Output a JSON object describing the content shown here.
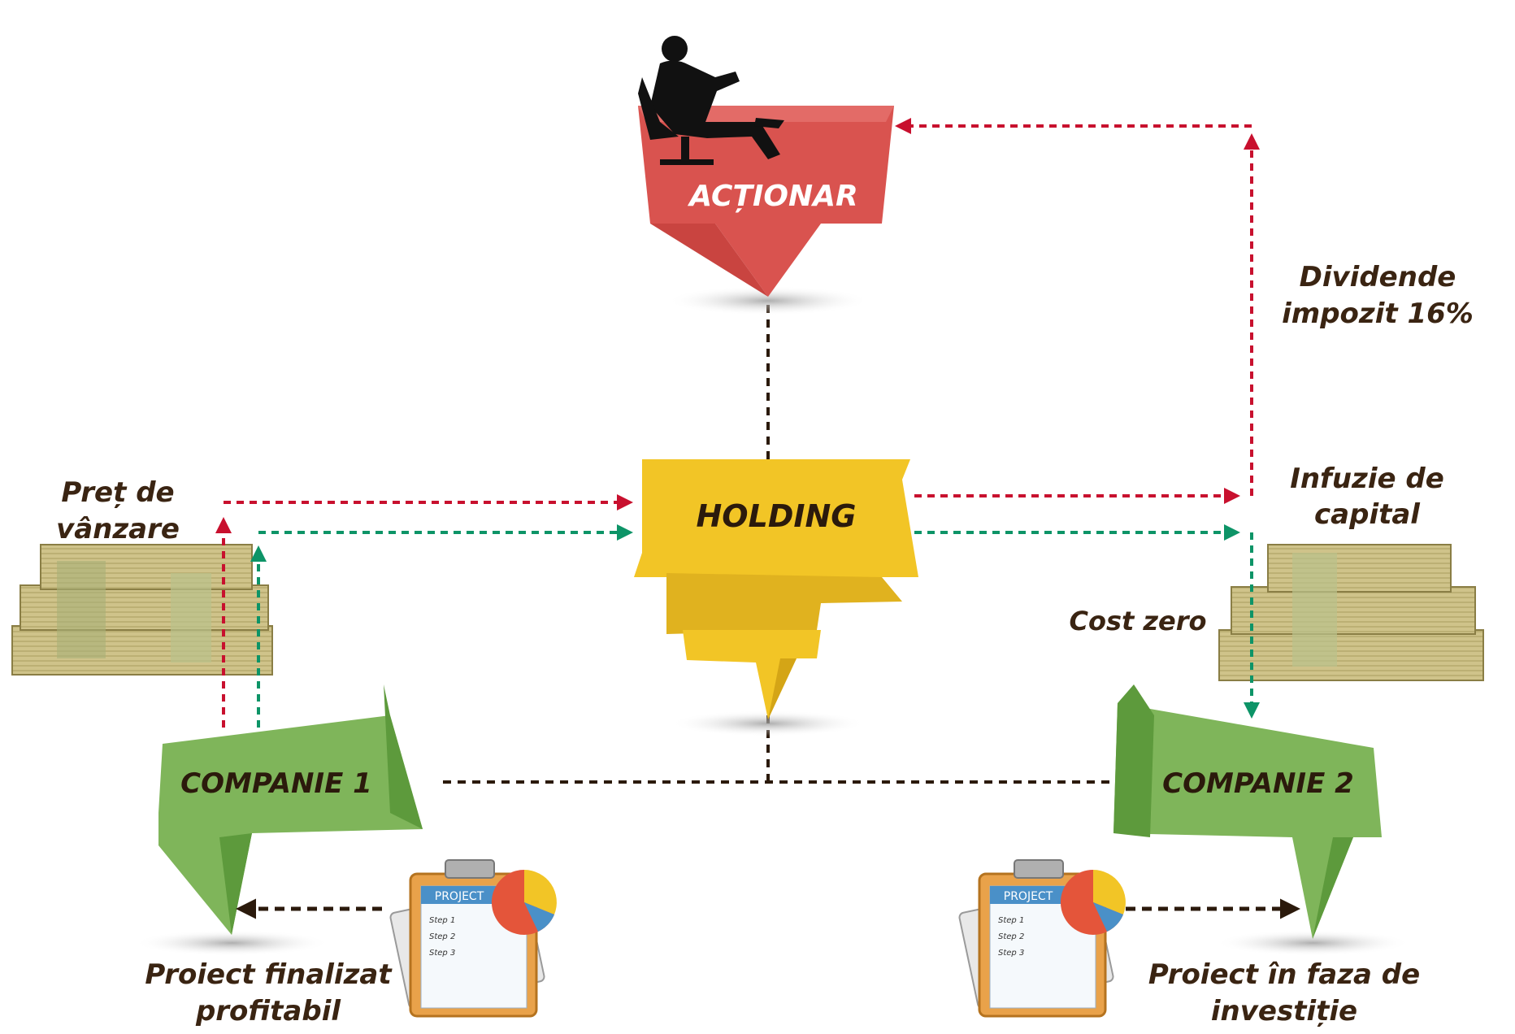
{
  "nodes": {
    "actionar": "ACȚIONAR",
    "holding": "HOLDING",
    "company1": "COMPANIE 1",
    "company2": "COMPANIE 2"
  },
  "labels": {
    "dividends_line1": "Dividende",
    "dividends_line2": "impozit 16%",
    "sale_price_line1": "Preț de",
    "sale_price_line2": "vânzare",
    "capital_line1": "Infuzie de",
    "capital_line2": "capital",
    "cost_zero": "Cost zero",
    "project1_line1": "Proiect finalizat",
    "project1_line2": "profitabil",
    "project2_line1": "Proiect în faza de",
    "project2_line2": "investiție"
  },
  "clipboards": {
    "title": "PROJECT",
    "steps": [
      "Step 1",
      "Step 2",
      "Step 3"
    ]
  },
  "colors": {
    "actionar": "#d9534f",
    "holding": "#f2c526",
    "company": "#7fb55a",
    "arrow_red": "#c8102e",
    "arrow_green": "#0d9467",
    "arrow_dark": "#2b1a0c",
    "text": "#3a2412"
  }
}
